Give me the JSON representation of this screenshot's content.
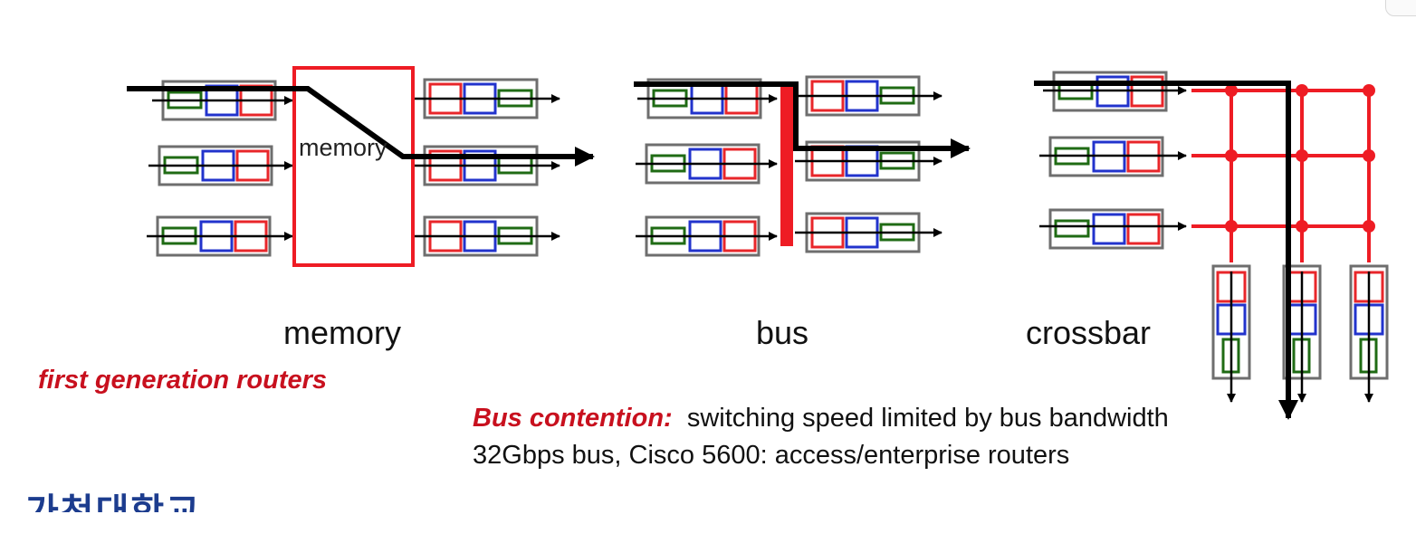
{
  "diagram": {
    "memory_box_label": "memory",
    "captions": {
      "memory": "memory",
      "bus": "bus",
      "crossbar": "crossbar"
    }
  },
  "first_generation_note": "first generation routers",
  "bus_note": {
    "highlight": "Bus contention:",
    "text": "switching speed limited by bus bandwidth",
    "line2": "32Gbps bus, Cisco 5600: access/enterprise routers"
  },
  "footer_logo": "가천대학교",
  "colors": {
    "queue_red": "#e8262a",
    "queue_blue": "#2233cc",
    "queue_green": "#1f6b14",
    "queue_border": "#6e6e6e",
    "switch_red": "#ee1c24",
    "path_black": "#000000",
    "highlight_red": "#c8101e"
  }
}
